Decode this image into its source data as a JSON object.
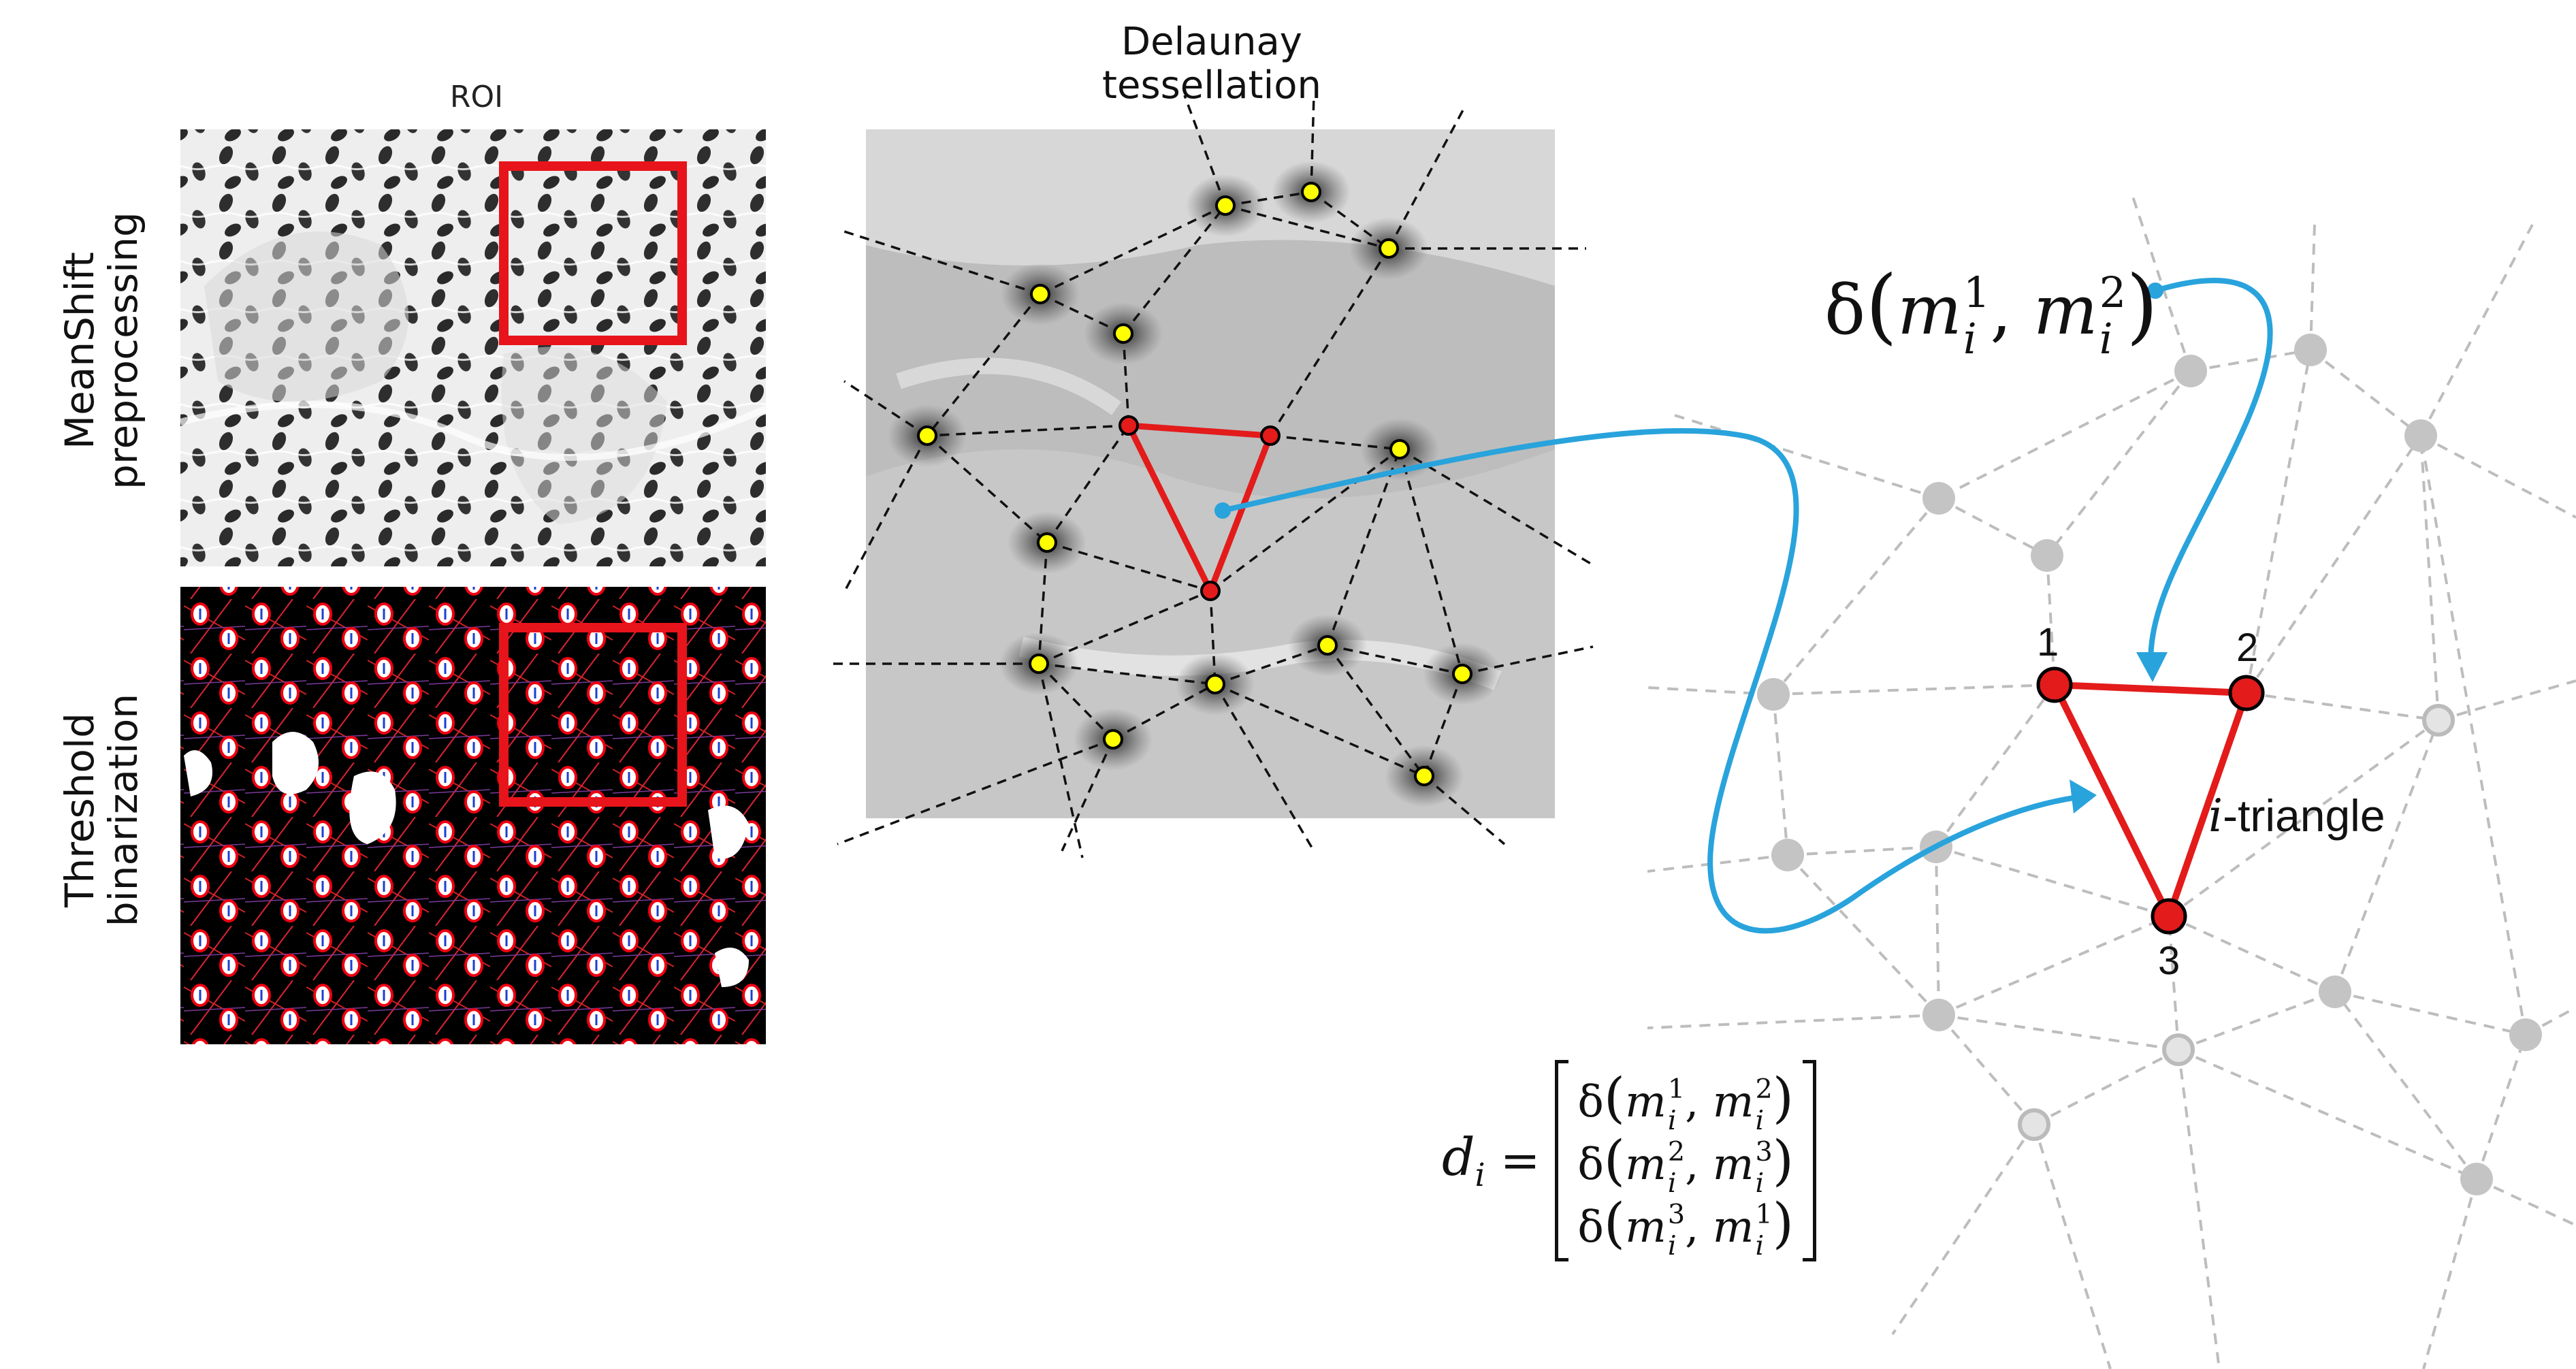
{
  "labels": {
    "roi": "ROI",
    "meanshift_line1": "MeanShift",
    "meanshift_line2": "preprocessing",
    "threshold_line1": "Threshold",
    "threshold_line2": "binarization",
    "delaunay_line1": "Delaunay",
    "delaunay_line2": "tessellation",
    "vertex1": "1",
    "vertex2": "2",
    "vertex3": "3",
    "triangle_prefix": "i",
    "triangle_suffix": "-triangle"
  },
  "formula": {
    "delta": "δ",
    "m": "m",
    "i": "i",
    "d": "d",
    "equals": "=",
    "pairs": [
      {
        "a": "1",
        "b": "2"
      },
      {
        "a": "2",
        "b": "3"
      },
      {
        "a": "3",
        "b": "1"
      }
    ]
  },
  "colors": {
    "red_box": "#e8141b",
    "triangle_red": "#e31b1b",
    "arrow_blue": "#29a3dc",
    "node_yellow": "#ffff00",
    "node_gray": "#c8c8c8",
    "edge_gray": "#b8b8b8"
  }
}
